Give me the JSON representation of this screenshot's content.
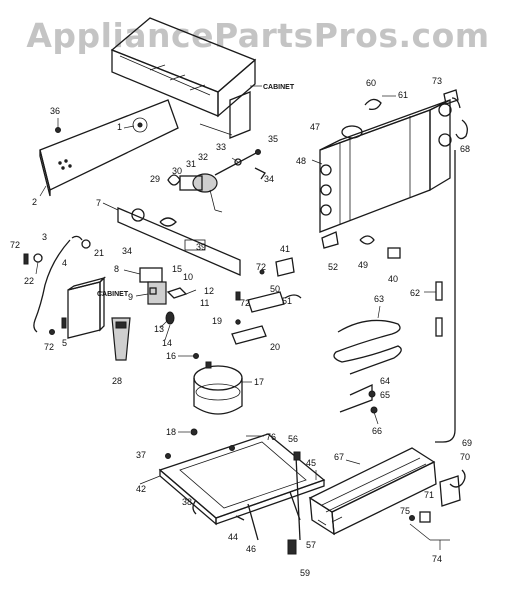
{
  "watermark": "AppliancePartsPros.com",
  "cabinet_top_label": "CABINET",
  "cabinet_side_label": "CABINET",
  "callouts": [
    {
      "id": "c1",
      "text": "1"
    },
    {
      "id": "c2",
      "text": "2"
    },
    {
      "id": "c3",
      "text": "3"
    },
    {
      "id": "c4",
      "text": "4"
    },
    {
      "id": "c5",
      "text": "5"
    },
    {
      "id": "c7",
      "text": "7"
    },
    {
      "id": "c8",
      "text": "8"
    },
    {
      "id": "c9",
      "text": "9"
    },
    {
      "id": "c10",
      "text": "10"
    },
    {
      "id": "c11",
      "text": "11"
    },
    {
      "id": "c12",
      "text": "12"
    },
    {
      "id": "c13",
      "text": "13"
    },
    {
      "id": "c14",
      "text": "14"
    },
    {
      "id": "c15",
      "text": "15"
    },
    {
      "id": "c16",
      "text": "16"
    },
    {
      "id": "c17",
      "text": "17"
    },
    {
      "id": "c18",
      "text": "18"
    },
    {
      "id": "c19",
      "text": "19"
    },
    {
      "id": "c20",
      "text": "20"
    },
    {
      "id": "c21",
      "text": "21"
    },
    {
      "id": "c22",
      "text": "22"
    },
    {
      "id": "c28",
      "text": "28"
    },
    {
      "id": "c29",
      "text": "29"
    },
    {
      "id": "c30",
      "text": "30"
    },
    {
      "id": "c31",
      "text": "31"
    },
    {
      "id": "c32",
      "text": "32"
    },
    {
      "id": "c33",
      "text": "33"
    },
    {
      "id": "c34a",
      "text": "34"
    },
    {
      "id": "c34b",
      "text": "34"
    },
    {
      "id": "c35",
      "text": "35"
    },
    {
      "id": "c36",
      "text": "36"
    },
    {
      "id": "c37",
      "text": "37"
    },
    {
      "id": "c38",
      "text": "38"
    },
    {
      "id": "c39",
      "text": "39"
    },
    {
      "id": "c40",
      "text": "40"
    },
    {
      "id": "c41",
      "text": "41"
    },
    {
      "id": "c42",
      "text": "42"
    },
    {
      "id": "c44",
      "text": "44"
    },
    {
      "id": "c45",
      "text": "45"
    },
    {
      "id": "c46",
      "text": "46"
    },
    {
      "id": "c47",
      "text": "47"
    },
    {
      "id": "c48",
      "text": "48"
    },
    {
      "id": "c49",
      "text": "49"
    },
    {
      "id": "c50",
      "text": "50"
    },
    {
      "id": "c51",
      "text": "51"
    },
    {
      "id": "c52",
      "text": "52"
    },
    {
      "id": "c56",
      "text": "56"
    },
    {
      "id": "c57",
      "text": "57"
    },
    {
      "id": "c59",
      "text": "59"
    },
    {
      "id": "c60",
      "text": "60"
    },
    {
      "id": "c61",
      "text": "61"
    },
    {
      "id": "c62",
      "text": "62"
    },
    {
      "id": "c63",
      "text": "63"
    },
    {
      "id": "c64",
      "text": "64"
    },
    {
      "id": "c65",
      "text": "65"
    },
    {
      "id": "c66",
      "text": "66"
    },
    {
      "id": "c67",
      "text": "67"
    },
    {
      "id": "c68",
      "text": "68"
    },
    {
      "id": "c69",
      "text": "69"
    },
    {
      "id": "c70",
      "text": "70"
    },
    {
      "id": "c71",
      "text": "71"
    },
    {
      "id": "c72a",
      "text": "72"
    },
    {
      "id": "c72b",
      "text": "72"
    },
    {
      "id": "c72c",
      "text": "72"
    },
    {
      "id": "c72d",
      "text": "72"
    },
    {
      "id": "c73",
      "text": "73"
    },
    {
      "id": "c74",
      "text": "74"
    },
    {
      "id": "c75",
      "text": "75"
    },
    {
      "id": "c76",
      "text": "76"
    }
  ]
}
